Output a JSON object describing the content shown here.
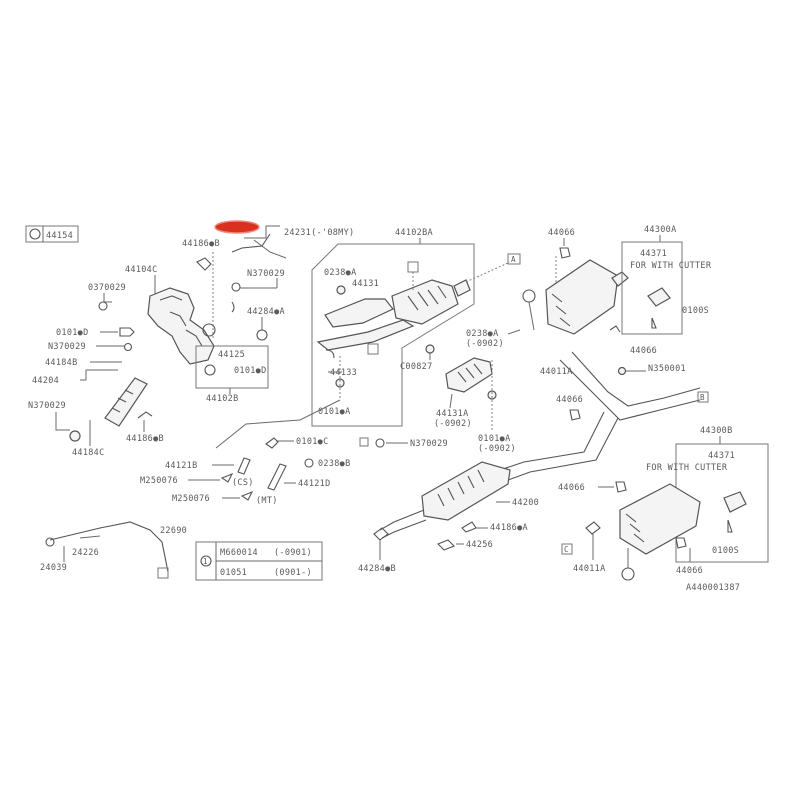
{
  "header_ref": {
    "icon": "section-ref-icon",
    "code": "44154"
  },
  "highlight": {
    "color": "#d8311f",
    "note": "highlighted part callout (red)"
  },
  "labels": {
    "p44186B_top": "44186●B",
    "p24231": "24231(-'08MY)",
    "p44102BA": "44102BA",
    "p44104C": "44104C",
    "pN370029_a": "N370029",
    "p0370029": "0370029",
    "p44284A": "44284●A",
    "p0238A": "0238●A",
    "p44131": "44131",
    "p0101D": "0101●D",
    "pN370029_b": "N370029",
    "p44184B": "44184B",
    "p44204": "44204",
    "pN370029_c": "N370029",
    "p44184C": "44184C",
    "p44186B_mid": "44186●B",
    "p44125": "44125",
    "p0101D_b": "0101●D",
    "p44102B": "44102B",
    "p44133": "44133",
    "p0101A": "0101●A",
    "pC00827": "C00827",
    "p0238A_r": "0238●A",
    "p0238A_r2": "(-0902)",
    "p44131A": "44131A",
    "p44131A_2": "(-0902)",
    "p0101A_r": "0101●A",
    "p0101A_r2": "(-0902)",
    "p0101C": "0101●C",
    "pN370029_d": "N370029",
    "p0238B": "0238●B",
    "p44121B": "44121B",
    "pM250076_a": "M250076",
    "pCS": "(CS)",
    "pM250076_b": "M250076",
    "pMT": "(MT)",
    "p44121D": "44121D",
    "p44066_top": "44066",
    "p44300A": "44300A",
    "p44371_a": "44371",
    "pForCutter_a": "FOR WITH CUTTER",
    "p0100S_a": "0100S",
    "p44066_mid": "44066",
    "p44011A_a": "44011A",
    "pN350001": "N350001",
    "p44066_r": "44066",
    "p44200": "44200",
    "p44186A": "44186●A",
    "p44256": "44256",
    "p44284B": "44284●B",
    "p44066_b": "44066",
    "p44300B": "44300B",
    "p44371_b": "44371",
    "pForCutter_b": "FOR WITH CUTTER",
    "p0100S_b": "0100S",
    "p44011A_b": "44011A",
    "p44066_c": "44066",
    "p22690": "22690",
    "p24226": "24226",
    "p24039": "24039",
    "diagram_id": "A440001387"
  },
  "legend_table": {
    "marker": "1",
    "rows": [
      {
        "part": "M660014",
        "range": "(-0901)"
      },
      {
        "part": "01051",
        "range": "(0901-)"
      }
    ]
  },
  "ref_markers": {
    "A": "A",
    "B": "B",
    "C": "C"
  }
}
